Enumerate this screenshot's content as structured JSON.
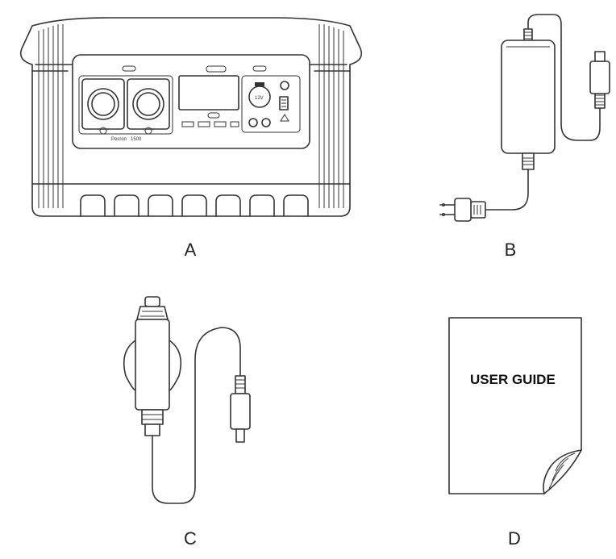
{
  "labels": {
    "a": "A",
    "b": "B",
    "c": "C",
    "d": "D"
  },
  "station": {
    "brand": "Pecron",
    "model": "1500",
    "socket_label": "12V"
  },
  "manual": {
    "title": "USER GUIDE"
  }
}
